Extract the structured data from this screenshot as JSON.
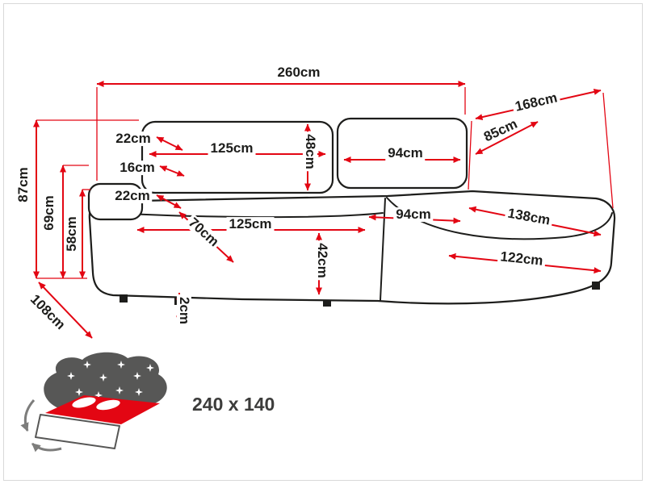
{
  "colors": {
    "accent_red": "#e30613",
    "outline_black": "#1d1d1b",
    "icon_gray": "#575756"
  },
  "labels": {
    "total_width": "260cm",
    "chaise_diagonal": "168cm",
    "total_height": "87cm",
    "backrest_height": "69cm",
    "armrest_height": "58cm",
    "side_depth": "108cm",
    "back_thickness": "22cm",
    "back_gap": "16cm",
    "armrest_width": "22cm",
    "cushion_left_width": "125cm",
    "cushion_height": "48cm",
    "cushion_right_width": "94cm",
    "chaise_back_width": "85cm",
    "seat_depth": "70cm",
    "seat_left_width": "125cm",
    "seat_right_width": "94cm",
    "chaise_length": "138cm",
    "seat_height": "42cm",
    "chaise_front_length": "122cm",
    "leg_height": "2cm"
  },
  "sleeping_area": {
    "label": "240 x 140"
  }
}
